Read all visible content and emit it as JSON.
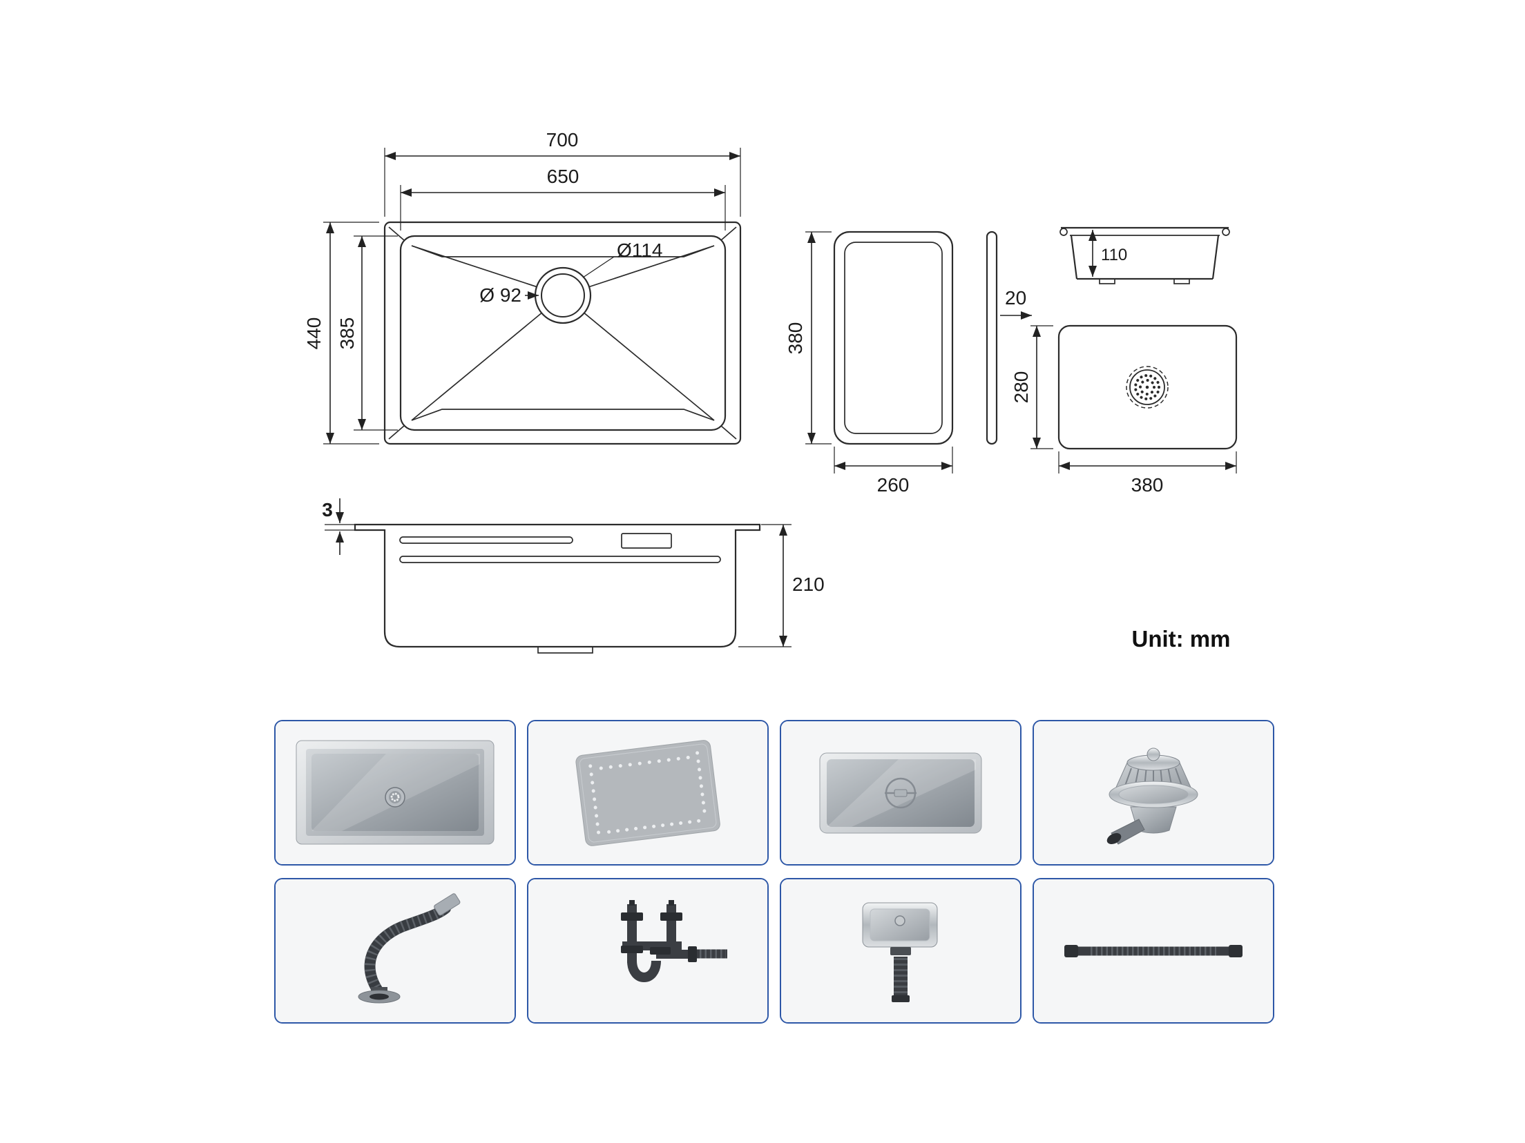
{
  "unit_label": "Unit: mm",
  "dims": {
    "topview": {
      "outer_width": "700",
      "inner_width": "650",
      "outer_height": "440",
      "inner_height": "385",
      "drain_outer": "Ø114",
      "drain_inner": "Ø 92"
    },
    "board": {
      "height": "380",
      "width": "260",
      "thickness": "20"
    },
    "basin": {
      "side_height": "110",
      "top_height": "280",
      "top_width": "380"
    },
    "sideview": {
      "rim_thickness": "3",
      "depth": "210"
    }
  },
  "accessories": [
    {
      "icon": "sink-top-view-photo"
    },
    {
      "icon": "perforated-rolling-mat-photo"
    },
    {
      "icon": "stainless-cover-tray-photo"
    },
    {
      "icon": "basket-strainer-drain-photo"
    },
    {
      "icon": "flexible-drain-hose-photo"
    },
    {
      "icon": "p-trap-drain-kit-photo"
    },
    {
      "icon": "square-overflow-drain-photo"
    },
    {
      "icon": "corrugated-extension-pipe-photo"
    }
  ]
}
